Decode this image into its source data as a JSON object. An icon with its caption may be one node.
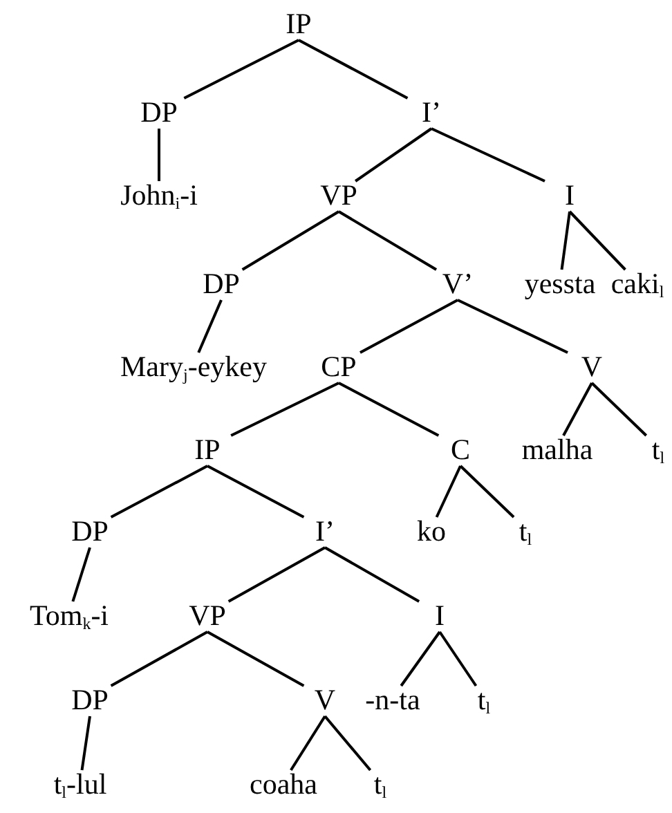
{
  "diagram": {
    "nodes": [
      {
        "text": [
          "IP"
        ]
      },
      {
        "text": [
          "DP"
        ]
      },
      {
        "text": [
          "I’"
        ]
      },
      {
        "text": [
          "John$_{i}$-i"
        ]
      },
      {
        "text": [
          "VP"
        ]
      },
      {
        "text": [
          "I"
        ]
      },
      {
        "text": [
          "DP"
        ]
      },
      {
        "text": [
          "V’"
        ]
      },
      {
        "text": [
          "yessta"
        ]
      },
      {
        "text": [
          "caki$_{l}$"
        ]
      },
      {
        "text": [
          "Mary$_{j}$-eykey"
        ]
      },
      {
        "text": [
          "CP"
        ]
      },
      {
        "text": [
          "V"
        ]
      },
      {
        "text": [
          "IP"
        ]
      },
      {
        "text": [
          "C"
        ]
      },
      {
        "text": [
          "malha"
        ]
      },
      {
        "text": [
          "t$_{l}$"
        ]
      },
      {
        "text": [
          "DP"
        ]
      },
      {
        "text": [
          "I’"
        ]
      },
      {
        "text": [
          "ko"
        ]
      },
      {
        "text": [
          "t$_{l}$"
        ]
      },
      {
        "text": [
          "Tom$_{k}$-i"
        ]
      },
      {
        "text": [
          "VP"
        ]
      },
      {
        "text": [
          "I"
        ]
      },
      {
        "text": [
          "DP"
        ]
      },
      {
        "text": [
          "V"
        ]
      },
      {
        "text": [
          "-n-ta"
        ]
      },
      {
        "text": [
          "t$_{l}$"
        ]
      },
      {
        "text": [
          "t$_{l}$-lul"
        ]
      },
      {
        "text": [
          "coaha"
        ]
      },
      {
        "text": [
          "t$_{l}$"
        ]
      }
    ],
    "edges": [
      {
        "from": 0,
        "to": 1,
        "arrow": "none"
      },
      {
        "from": 0,
        "to": 2,
        "arrow": "none"
      },
      {
        "from": 1,
        "to": 3,
        "arrow": "none"
      },
      {
        "from": 2,
        "to": 4,
        "arrow": "none"
      },
      {
        "from": 2,
        "to": 5,
        "arrow": "none"
      },
      {
        "from": 4,
        "to": 6,
        "arrow": "none"
      },
      {
        "from": 4,
        "to": 7,
        "arrow": "none"
      },
      {
        "from": 5,
        "to": 8,
        "arrow": "none"
      },
      {
        "from": 5,
        "to": 9,
        "arrow": "none"
      },
      {
        "from": 6,
        "to": 10,
        "arrow": "none"
      },
      {
        "from": 7,
        "to": 11,
        "arrow": "none"
      },
      {
        "from": 7,
        "to": 12,
        "arrow": "none"
      },
      {
        "from": 11,
        "to": 13,
        "arrow": "none"
      },
      {
        "from": 11,
        "to": 14,
        "arrow": "none"
      },
      {
        "from": 12,
        "to": 15,
        "arrow": "none"
      },
      {
        "from": 12,
        "to": 16,
        "arrow": "none"
      },
      {
        "from": 13,
        "to": 17,
        "arrow": "none"
      },
      {
        "from": 13,
        "to": 18,
        "arrow": "none"
      },
      {
        "from": 14,
        "to": 19,
        "arrow": "none"
      },
      {
        "from": 14,
        "to": 20,
        "arrow": "none"
      },
      {
        "from": 17,
        "to": 21,
        "arrow": "none"
      },
      {
        "from": 18,
        "to": 22,
        "arrow": "none"
      },
      {
        "from": 18,
        "to": 23,
        "arrow": "none"
      },
      {
        "from": 22,
        "to": 24,
        "arrow": "none"
      },
      {
        "from": 22,
        "to": 25,
        "arrow": "none"
      },
      {
        "from": 23,
        "to": 26,
        "arrow": "none"
      },
      {
        "from": 23,
        "to": 27,
        "arrow": "none"
      },
      {
        "from": 24,
        "to": 28,
        "arrow": "none"
      },
      {
        "from": 25,
        "to": 29,
        "arrow": "none"
      },
      {
        "from": 25,
        "to": 30,
        "arrow": "none"
      }
    ]
  }
}
